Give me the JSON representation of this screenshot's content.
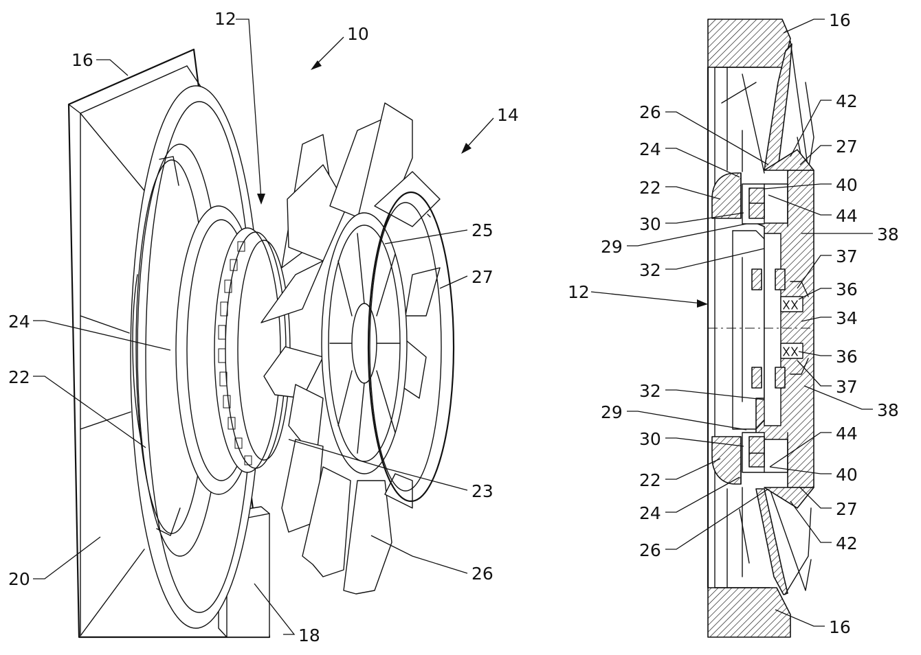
{
  "figure_left": {
    "labels": {
      "l10": "10",
      "l12": "12",
      "l14": "14",
      "l16": "16",
      "l24": "24",
      "l22": "22",
      "l20": "20",
      "l18": "18",
      "l25": "25",
      "l27": "27",
      "l23": "23",
      "l26": "26"
    }
  },
  "figure_right": {
    "labels": {
      "r16a": "16",
      "r42a": "42",
      "r26a": "26",
      "r27a": "27",
      "r24a": "24",
      "r40a": "40",
      "r22a": "22",
      "r44a": "44",
      "r30a": "30",
      "r38a": "38",
      "r29a": "29",
      "r32a": "32",
      "r37a": "37",
      "r36a": "36",
      "r12": "12",
      "r34": "34",
      "r36b": "36",
      "r37b": "37",
      "r32b": "32",
      "r38b": "38",
      "r29b": "29",
      "r44b": "44",
      "r30b": "30",
      "r40b": "40",
      "r22b": "22",
      "r27b": "27",
      "r24b": "24",
      "r42b": "42",
      "r26b": "26",
      "r16b": "16"
    }
  }
}
